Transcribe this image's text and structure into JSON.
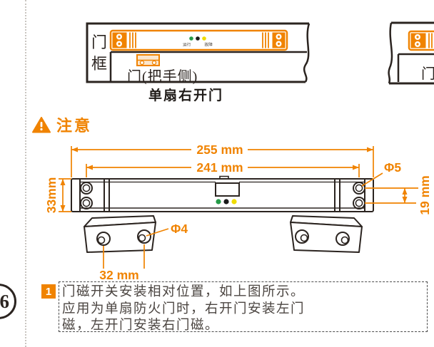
{
  "page": {
    "number": "6"
  },
  "top_diagram": {
    "frame_label": "门框",
    "door_label": "门(把手侧)",
    "caption": "单扇右开门",
    "led_label_run": "运行",
    "led_label_fault": "故障",
    "partial_door_label": "门"
  },
  "warning": {
    "text": "注意"
  },
  "dimensions": {
    "total_width": "255 mm",
    "hole_span": "241 mm",
    "height": "33mm",
    "top_hole_diameter": "Φ5",
    "right_hole_spacing": "19 mm",
    "bracket_hole_diameter": "Φ4",
    "bracket_hole_span": "32 mm"
  },
  "note": {
    "number": "1",
    "line1": "门磁开关安装相对位置，如上图所示。",
    "line2": "应用为单扇防火门时，右开门安装左门",
    "line3": "磁，左开门安装右门磁。"
  },
  "colors": {
    "accent": "#f08300",
    "line": "#2b2420",
    "led_green": "#259b48",
    "led_dark": "#1a1a1a",
    "led_yellow": "#efdc00"
  }
}
